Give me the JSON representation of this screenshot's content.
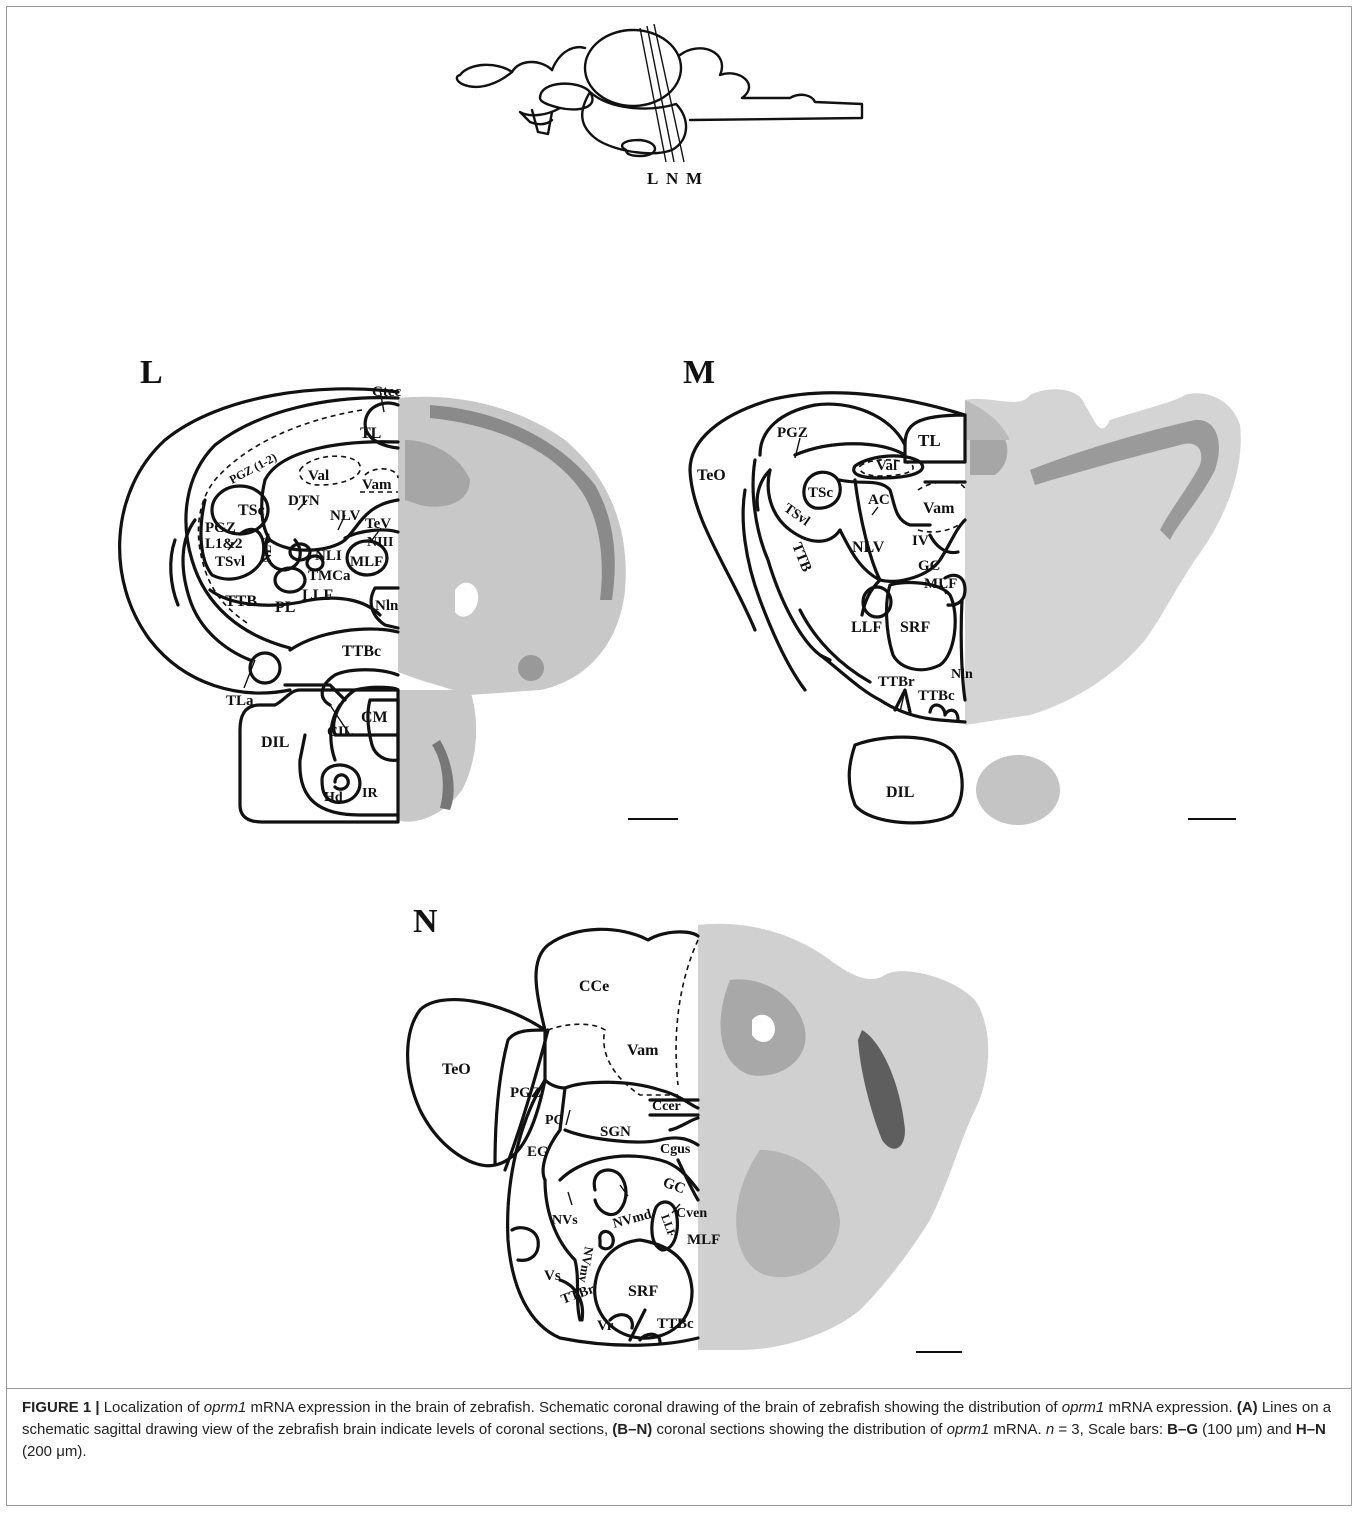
{
  "sagittal": {
    "section_labels": [
      "L",
      "N",
      "M"
    ]
  },
  "panels": {
    "L": {
      "letter": "L",
      "labels": [
        "Ctec",
        "TL",
        "PGZ (1-2)",
        "Val",
        "Vam",
        "TSc",
        "DTN",
        "NLV",
        "TeV",
        "PGZ",
        "L1&2",
        "TSvl",
        "NLV",
        "NLI",
        "NIII",
        "MLF",
        "TMCa",
        "TTB",
        "PL",
        "LLF",
        "Nln",
        "TTBc",
        "TLa",
        "CIL",
        "CM",
        "DIL",
        "Hd",
        "IR"
      ]
    },
    "M": {
      "letter": "M",
      "labels": [
        "PGZ",
        "TL",
        "TeO",
        "Val",
        "TSc",
        "AC",
        "Vam",
        "TSvl",
        "NLV",
        "IV",
        "GC",
        "MLF",
        "TTB",
        "LLF",
        "SRF",
        "Nln",
        "TTBr",
        "TTBc",
        "DIL"
      ]
    },
    "N": {
      "letter": "N",
      "labels": [
        "CCe",
        "Vam",
        "TeO",
        "PGZ",
        "PC",
        "Ccer",
        "SGN",
        "Cgus",
        "EG",
        "GC",
        "NVmd",
        "Cven",
        "NVs",
        "LLF",
        "MLF",
        "NVmv",
        "Vs",
        "TTBr",
        "SRF",
        "Vr",
        "TTBc"
      ]
    }
  },
  "caption": {
    "figure_label": "FIGURE 1 |",
    "text_1": " Localization of ",
    "gene": "oprm1",
    "text_2": " mRNA expression in the brain of zebrafish. Schematic coronal drawing of the brain of zebrafish showing the distribution of ",
    "gene_2": "oprm1",
    "text_3": " mRNA expression. ",
    "panel_a": "(A)",
    "text_4": " Lines on a schematic sagittal drawing view of the zebrafish brain indicate levels of coronal sections, ",
    "panel_bn": "(B–N)",
    "text_5": " coronal sections showing the distribution of ",
    "gene_3": "oprm1",
    "text_6": " mRNA. ",
    "n_label": "n",
    "text_7": " = 3, Scale bars: ",
    "range_1": "B–G",
    "text_8": " (100 μm) and ",
    "range_2": "H–N",
    "text_9": " (200 μm)."
  }
}
